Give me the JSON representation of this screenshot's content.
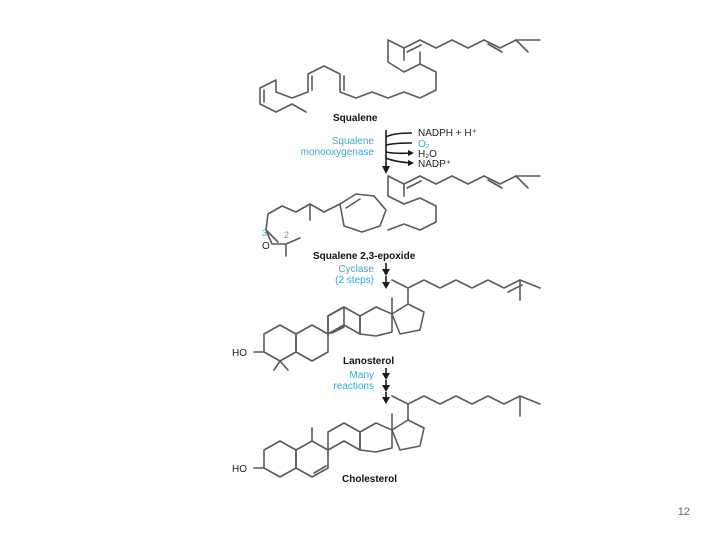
{
  "pathway": {
    "compounds": {
      "squalene": "Squalene",
      "epoxide": "Squalene 2,3-epoxide",
      "lanosterol": "Lanosterol",
      "cholesterol": "Cholesterol"
    },
    "enzymes": {
      "monooxygenase_line1": "Squalene",
      "monooxygenase_line2": "monooxygenase",
      "cyclase_line1": "Cyclase",
      "cyclase_line2": "(2 steps)",
      "many_line1": "Many",
      "many_line2": "reactions"
    },
    "cofactors": {
      "nadph": "NADPH + H⁺",
      "o2": "O₂",
      "h2o": "H₂O",
      "nadp": "NADP⁺"
    },
    "atom_labels": {
      "epoxide_o": "O",
      "epoxide_c3": "3",
      "epoxide_c2": "2",
      "lanosterol_ho": "HO",
      "cholesterol_ho": "HO"
    }
  },
  "colors": {
    "enzyme_text": "#3aa6c9",
    "structure": "#5a5a5a"
  },
  "page_number": "12"
}
